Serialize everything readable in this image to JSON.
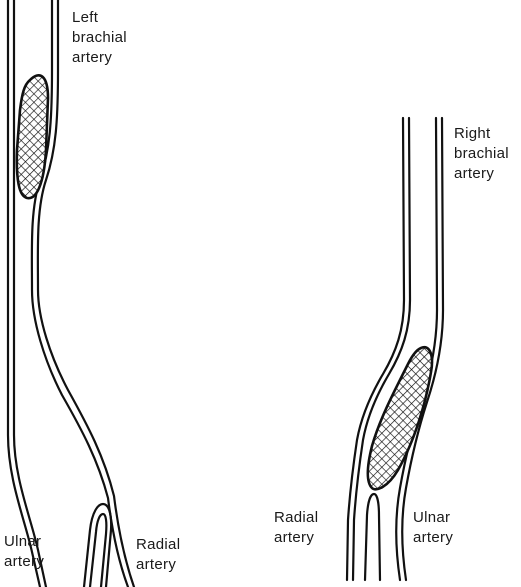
{
  "left_diagram": {
    "top_label_lines": [
      "Left",
      "brachial",
      "artery"
    ],
    "ulnar_label_lines": [
      "Ulnar",
      "artery"
    ],
    "radial_label_lines": [
      "Radial",
      "artery"
    ]
  },
  "right_diagram": {
    "top_label_lines": [
      "Right",
      "brachial",
      "artery"
    ],
    "radial_label_lines": [
      "Radial",
      "artery"
    ],
    "ulnar_label_lines": [
      "Ulnar",
      "artery"
    ]
  }
}
